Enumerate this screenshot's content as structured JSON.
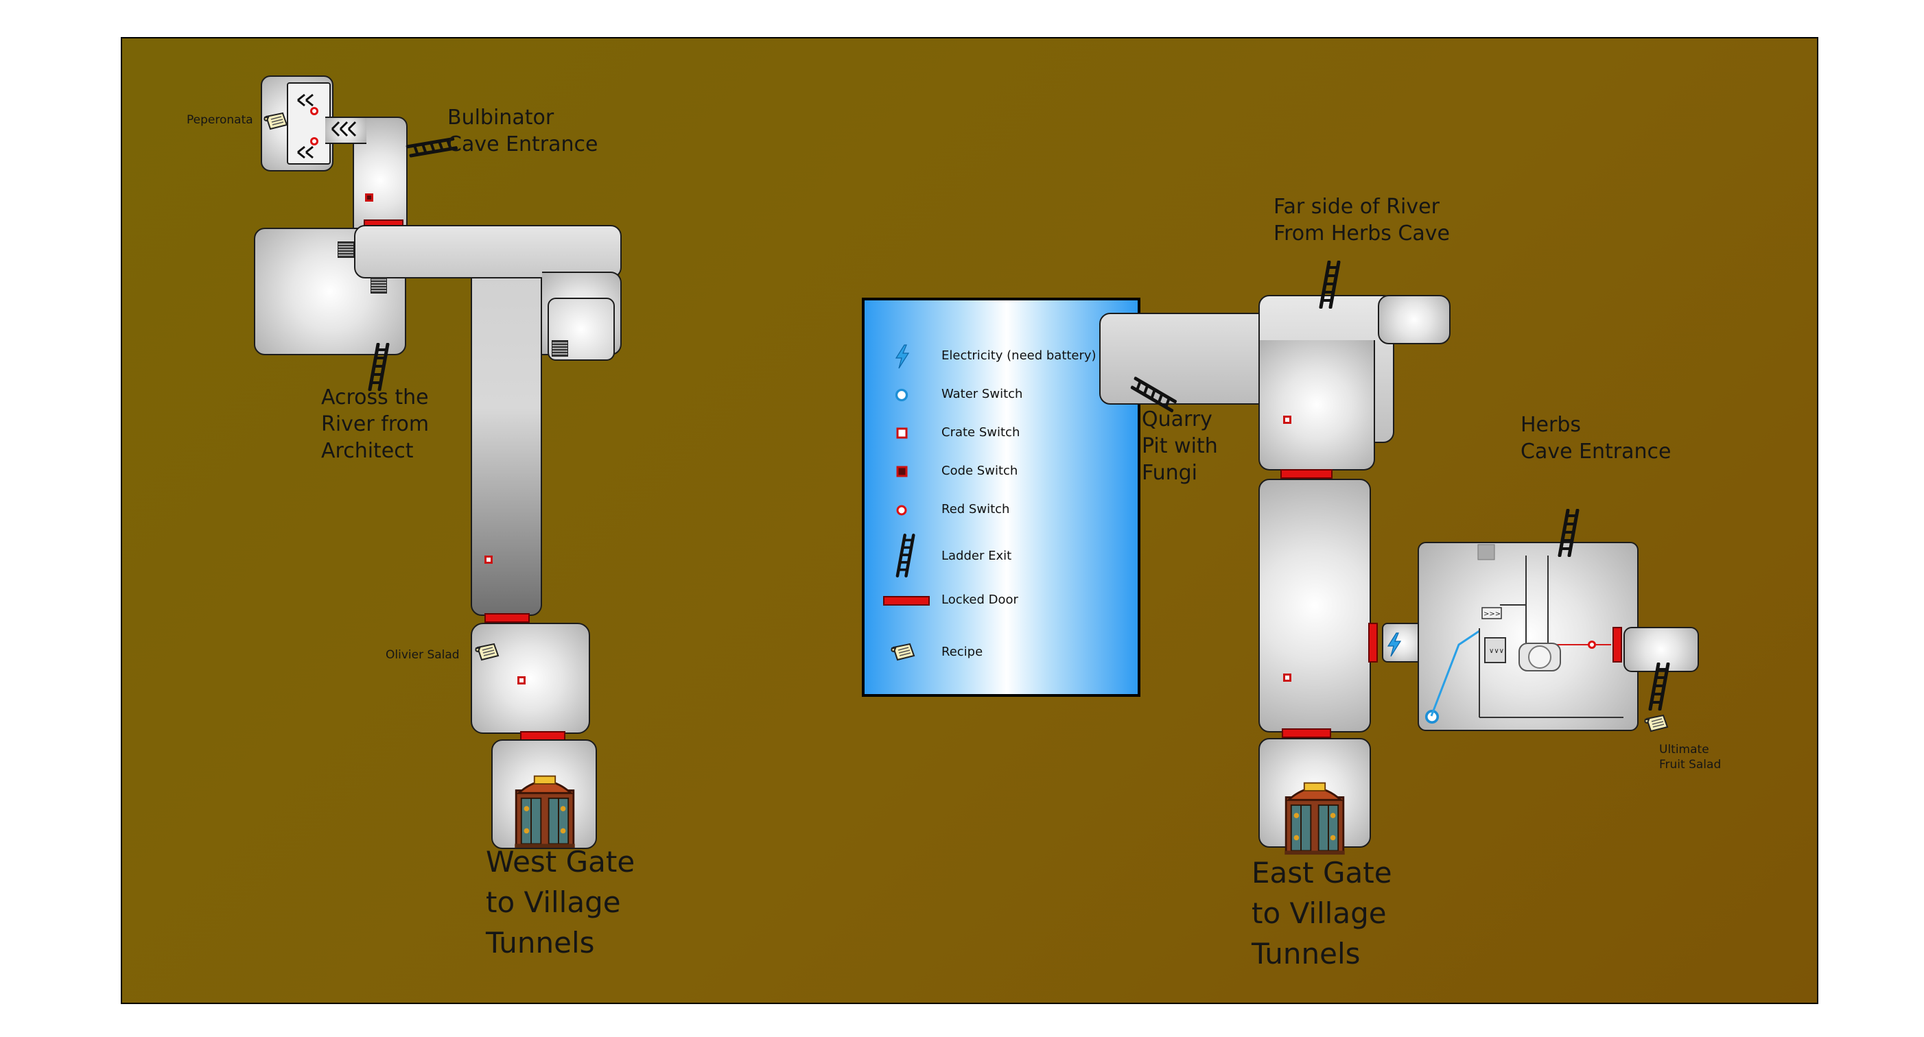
{
  "labels": {
    "peperonata": "Peperonata",
    "bulbinator": "Bulbinator\nCave Entrance",
    "across_river": "Across the\nRiver from\nArchitect",
    "olivier": "Olivier Salad",
    "west_gate": "West Gate\nto Village\nTunnels",
    "far_side": "Far side of River\nFrom Herbs Cave",
    "quarry": "Quarry\nPit with\nFungi",
    "herbs": "Herbs\nCave Entrance",
    "ultimate": "Ultimate\nFruit Salad",
    "east_gate": "East Gate\nto Village\nTunnels"
  },
  "legend": {
    "electricity": "Electricity (need battery)",
    "water": "Water Switch",
    "crate": "Crate Switch",
    "code": "Code Switch",
    "red": "Red Switch",
    "ladder": "Ladder Exit",
    "locked": "Locked Door",
    "recipe": "Recipe"
  },
  "colors": {
    "ground": "#7a6406",
    "door": "#e01010",
    "switch_red": "#dd1111",
    "electricity": "#2aa0e6",
    "legend_blue": "#2e9bf2"
  },
  "icons": {
    "ladder": "ladder-icon",
    "recipe": "recipe-scroll-icon",
    "gate": "village-gate-icon",
    "electricity": "lightning-bolt-icon",
    "water": "water-switch-icon"
  }
}
